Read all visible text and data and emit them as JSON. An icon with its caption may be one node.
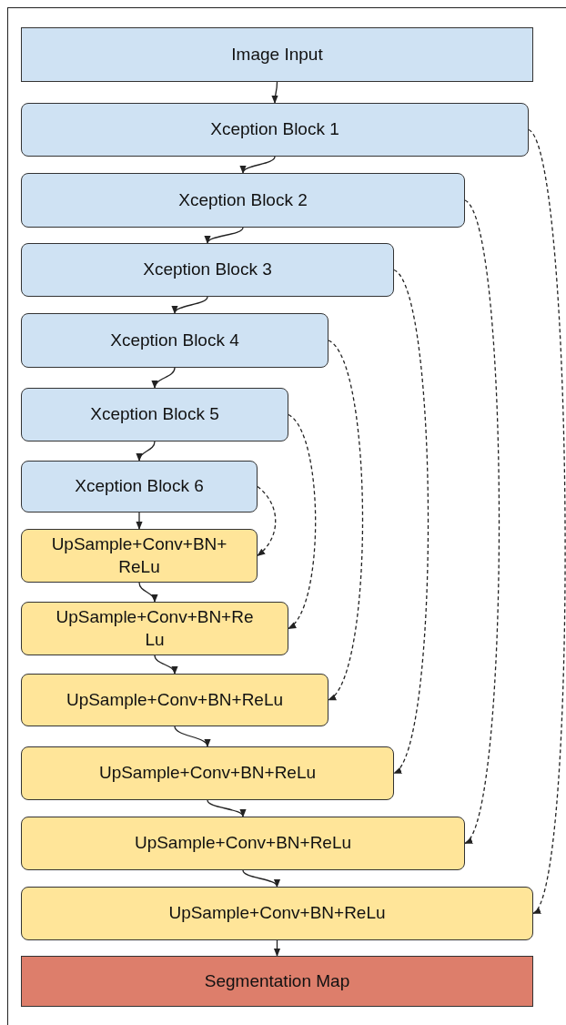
{
  "diagram": {
    "nodes": [
      {
        "text": [
          "Image Input"
        ]
      },
      {
        "text": [
          "Xception Block 1"
        ]
      },
      {
        "text": [
          "Xception Block 2"
        ]
      },
      {
        "text": [
          "Xception Block 3"
        ]
      },
      {
        "text": [
          "Xception Block 4"
        ]
      },
      {
        "text": [
          "Xception Block 5"
        ]
      },
      {
        "text": [
          "Xception Block 6"
        ]
      },
      {
        "text": [
          "UpSample+Conv+BN+ ReLu"
        ]
      },
      {
        "text": [
          "UpSample+Conv+BN+Re Lu"
        ]
      },
      {
        "text": [
          "UpSample+Conv+BN+ReLu"
        ]
      },
      {
        "text": [
          "UpSample+Conv+BN+ReLu"
        ]
      },
      {
        "text": [
          "UpSample+Conv+BN+ReLu"
        ]
      },
      {
        "text": [
          "UpSample+Conv+BN+ReLu"
        ]
      },
      {
        "text": [
          "Segmentation Map"
        ]
      }
    ],
    "edges": [
      {
        "from": 0,
        "to": 1,
        "arrow": "to"
      },
      {
        "from": 1,
        "to": 2,
        "arrow": "to"
      },
      {
        "from": 2,
        "to": 3,
        "arrow": "to"
      },
      {
        "from": 3,
        "to": 4,
        "arrow": "to"
      },
      {
        "from": 4,
        "to": 5,
        "arrow": "to"
      },
      {
        "from": 5,
        "to": 6,
        "arrow": "to"
      },
      {
        "from": 6,
        "to": 7,
        "arrow": "to"
      },
      {
        "from": 7,
        "to": 8,
        "arrow": "to"
      },
      {
        "from": 8,
        "to": 9,
        "arrow": "to"
      },
      {
        "from": 9,
        "to": 10,
        "arrow": "to"
      },
      {
        "from": 10,
        "to": 11,
        "arrow": "to"
      },
      {
        "from": 11,
        "to": 12,
        "arrow": "to"
      },
      {
        "from": 12,
        "to": 13,
        "arrow": "to"
      },
      {
        "from": 1,
        "to": 12,
        "arrow": "to",
        "style": "dashed"
      },
      {
        "from": 2,
        "to": 11,
        "arrow": "to",
        "style": "dashed"
      },
      {
        "from": 3,
        "to": 10,
        "arrow": "to",
        "style": "dashed"
      },
      {
        "from": 4,
        "to": 9,
        "arrow": "to",
        "style": "dashed"
      },
      {
        "from": 5,
        "to": 8,
        "arrow": "to",
        "style": "dashed"
      },
      {
        "from": 6,
        "to": 7,
        "arrow": "to",
        "style": "dashed"
      }
    ]
  }
}
